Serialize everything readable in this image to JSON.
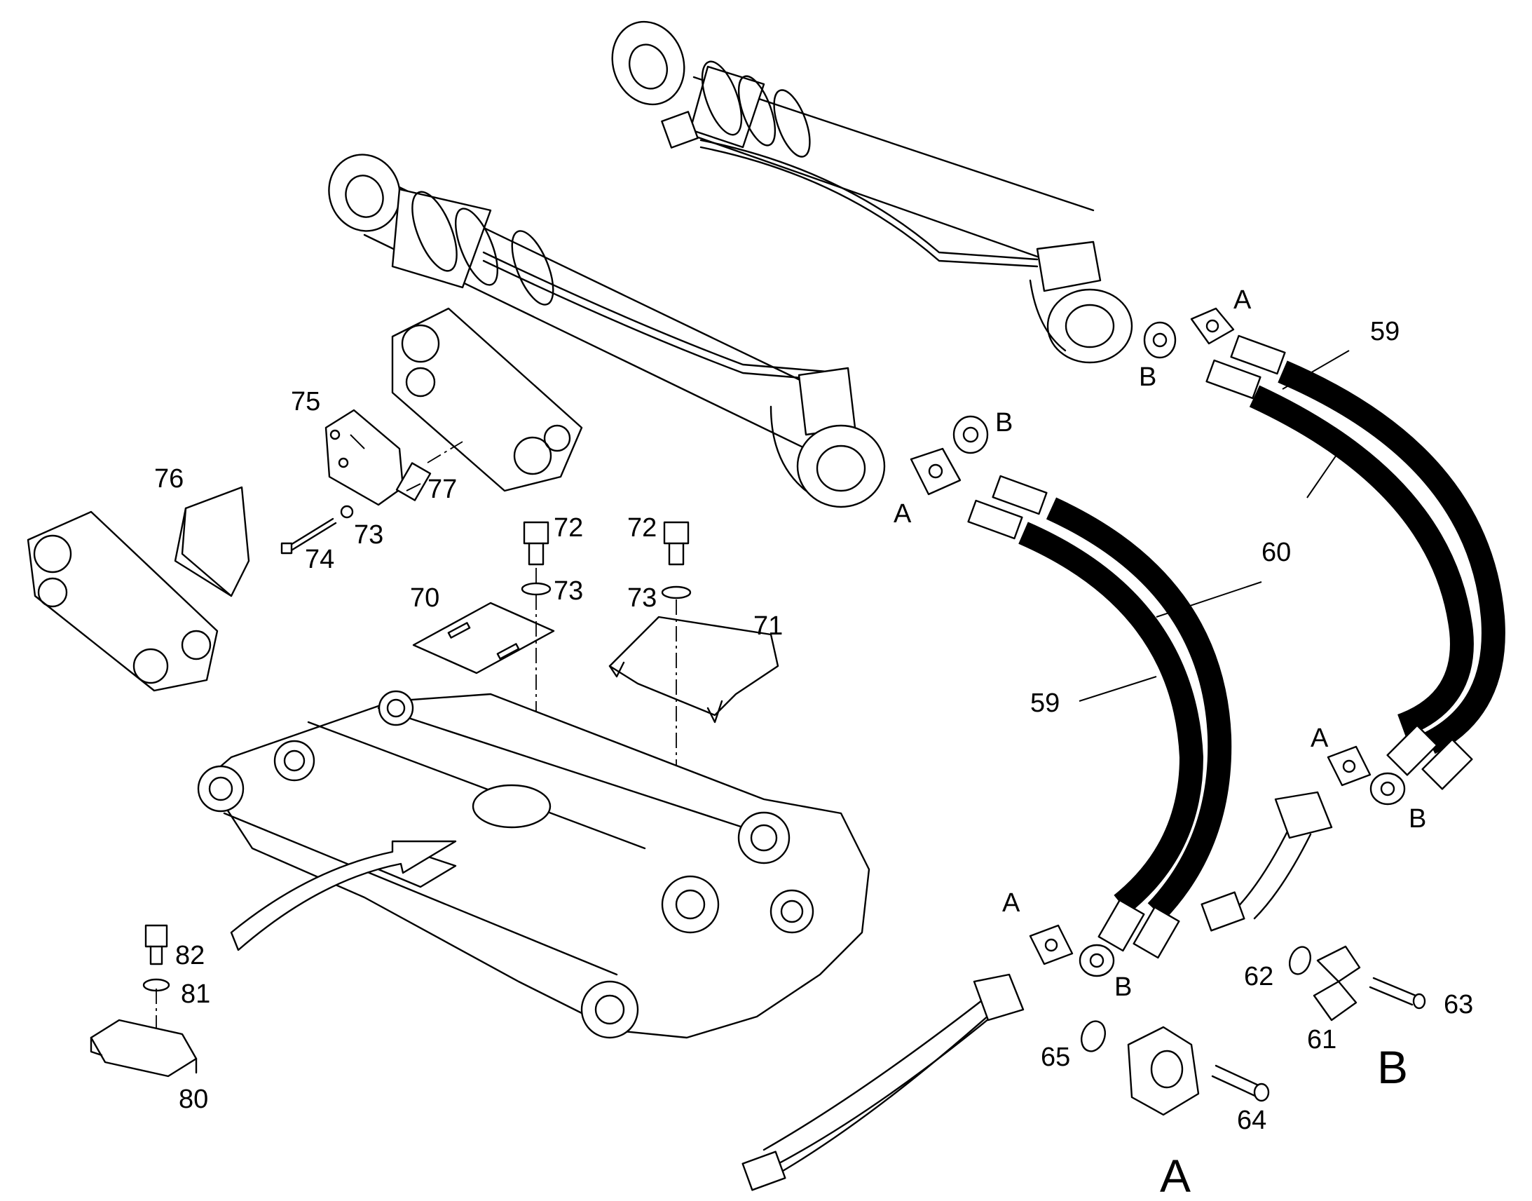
{
  "diagram": {
    "labels": {
      "p59a": "59",
      "p59b": "59",
      "p60": "60",
      "p61": "61",
      "p62": "62",
      "p63": "63",
      "p64": "64",
      "p65": "65",
      "p70": "70",
      "p71": "71",
      "p72a": "72",
      "p72b": "72",
      "p73a": "73",
      "p73b": "73",
      "p73c": "73",
      "p74": "74",
      "p75": "75",
      "p76": "76",
      "p77": "77",
      "p80": "80",
      "p81": "81",
      "p82": "82"
    },
    "letters": {
      "a1": "A",
      "a2": "A",
      "a3": "A",
      "a4": "A",
      "b1": "B",
      "b2": "B",
      "b3": "B",
      "b4": "B",
      "detail_a": "A",
      "detail_b": "B"
    }
  }
}
